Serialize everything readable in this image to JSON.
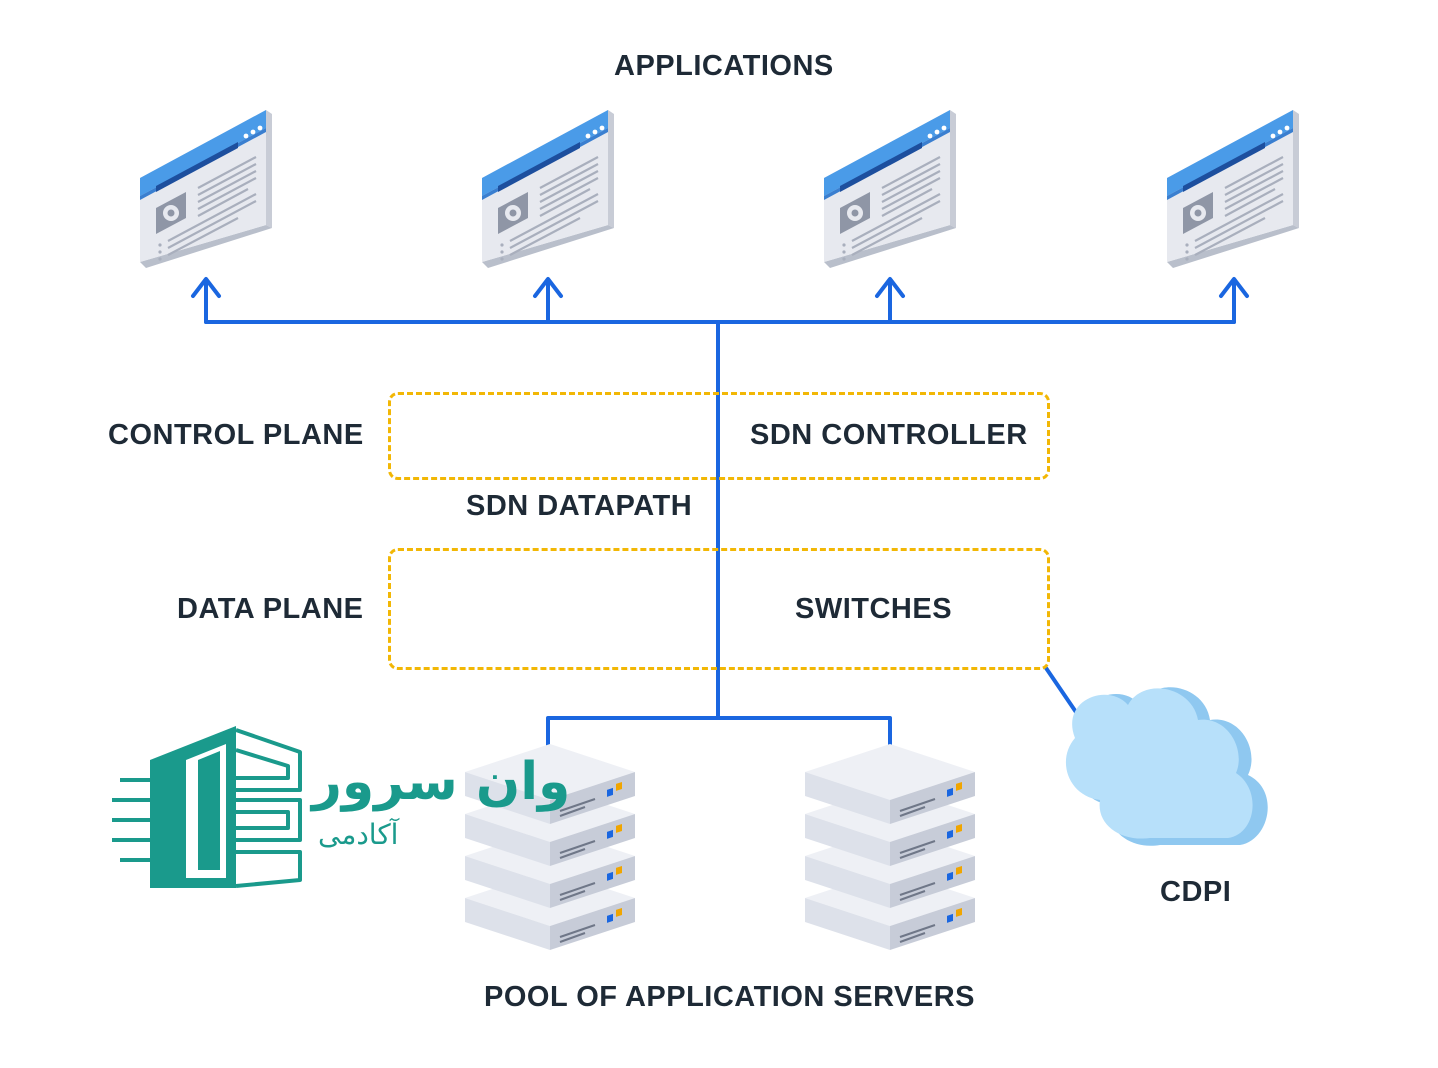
{
  "labels": {
    "applications": "APPLICATIONS",
    "control_plane": "CONTROL PLANE",
    "sdn_controller": "SDN CONTROLLER",
    "sdn_datapath": "SDN DATAPATH",
    "data_plane": "DATA PLANE",
    "switches": "SWITCHES",
    "cdpi": "CDPI",
    "pool": "POOL OF APPLICATION SERVERS"
  },
  "logo": {
    "main": "وان سرور",
    "sub": "آکادمی"
  },
  "colors": {
    "connector": "#1a66e0",
    "dashed_box": "#f2b705",
    "app_header": "#4a9be8",
    "cloud": "#a9d8f7",
    "logo": "#1a9a8c",
    "server_led": "#f0a500"
  },
  "icons": {
    "application": "app-window-icon",
    "server": "server-rack-icon",
    "cloud": "cloud-icon",
    "logo": "logo-mark-icon"
  }
}
